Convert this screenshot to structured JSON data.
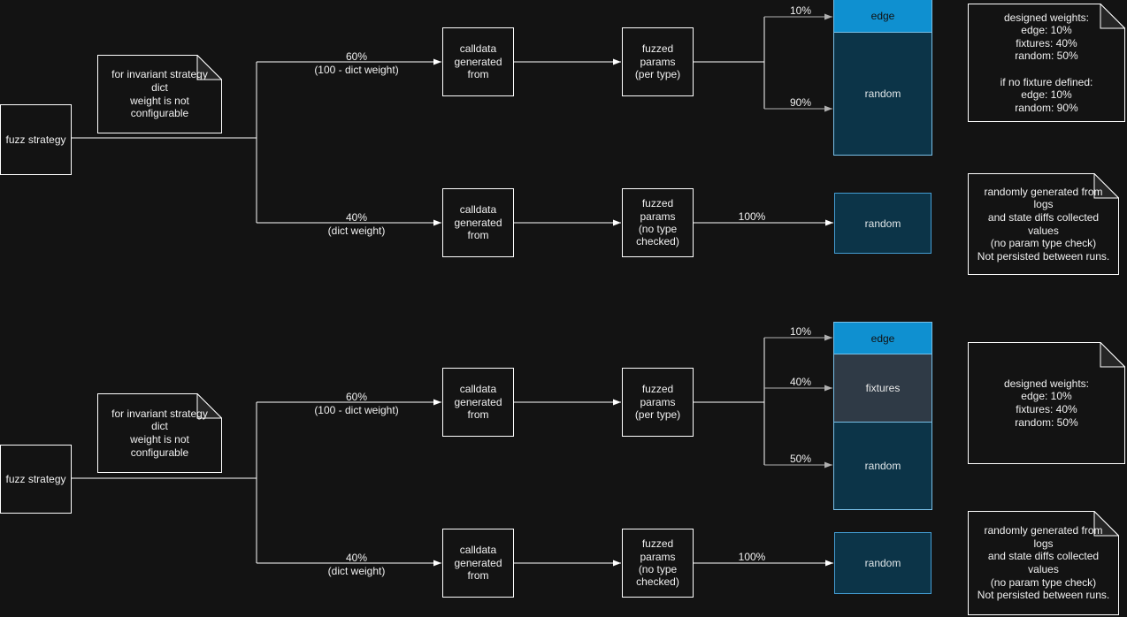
{
  "colors": {
    "background": "#131313",
    "edge_fill": "#0f90d0",
    "fixtures_fill": "#2f3a46",
    "random_fill": "#0c3448",
    "stack_border": "#79c0e8",
    "random_border": "#449dd3",
    "line": "#ffffff",
    "line_gray": "#b0b0b0",
    "text": "#f0f0f0",
    "note_fold_fill": "#262626"
  },
  "nodes": {
    "strategy": "fuzz strategy",
    "calldata": "calldata\ngenerated\nfrom",
    "fuzzed_per_type": "fuzzed\nparams\n(per type)",
    "fuzzed_no_type": "fuzzed\nparams\n(no type\nchecked)",
    "edge": "edge",
    "fixtures": "fixtures",
    "random": "random"
  },
  "weights": {
    "pct60": "60%",
    "pct60_sub": "(100 - dict weight)",
    "pct40": "40%",
    "pct40_sub": "(dict weight)",
    "pct10": "10%",
    "pct90": "90%",
    "pct50": "50%",
    "pct100": "100%"
  },
  "notes": {
    "invariant": "for invariant strategy dict\nweight is not configurable",
    "designed_full": "designed weights:\nedge: 10%\nfixtures: 40%\nrandom: 50%\n\nif no fixture defined:\nedge: 10%\nrandom: 90%",
    "designed": "designed weights:\nedge: 10%\nfixtures: 40%\nrandom: 50%",
    "random_source": "randomly generated from logs\nand state diffs collected values\n(no param type check)\nNot persisted between runs."
  }
}
